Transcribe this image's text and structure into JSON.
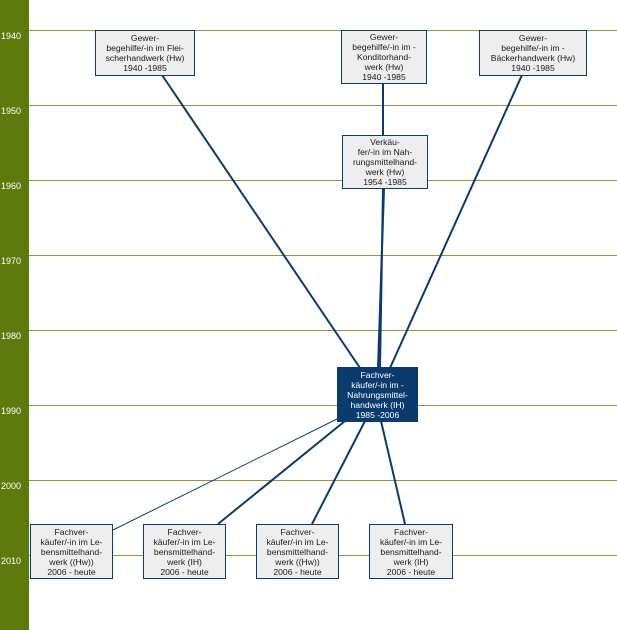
{
  "accent_color": "#0b3a6e",
  "sidebar_color": "#5f7a0c",
  "timeline": {
    "years": [
      "1940",
      "1950",
      "1960",
      "1970",
      "1980",
      "1990",
      "2000",
      "2010"
    ]
  },
  "nodes": {
    "fleischer": {
      "title": "Gewer-\nbegehilfe/-in im Flei-\nscherhandwerk (Hw)",
      "period": "1940 -1985"
    },
    "konditor": {
      "title": "Gewer-\nbegehilfe/-in im -\nKonditorhand-\nwerk (Hw)",
      "period": "1940 -1985"
    },
    "baecker": {
      "title": "Gewer-\nbegehilfe/-in im -\nBäckerhandwerk (Hw)",
      "period": "1940 -1985"
    },
    "verkaeufer": {
      "title": "Verkäu-\nfer/-in im Nah-\nrungsmittelhand-\nwerk (Hw)",
      "period": "1954 -1985"
    },
    "fachverkaeufer_center": {
      "title": "Fachver-\nkäufer/-in im -\nNahrungsmittel-\nhandwerk (IH)",
      "period": "1985 -2006"
    },
    "leb_hw_1": {
      "title": "Fachver-\nkäufer/-in im Le-\nbensmittelhand-\nwerk ((Hw))",
      "period": "2006 - heute"
    },
    "leb_ih_1": {
      "title": "Fachver-\nkäufer/-in im Le-\nbensmittelhand-\nwerk (IH)",
      "period": "2006 - heute"
    },
    "leb_hw_2": {
      "title": "Fachver-\nkäufer/-in im Le-\nbensmittelhand-\nwerk ((Hw))",
      "period": "2006 - heute"
    },
    "leb_ih_2": {
      "title": "Fachver-\nkäufer/-in im Le-\nbensmittelhand-\nwerk (IH)",
      "period": "2006 - heute"
    }
  }
}
